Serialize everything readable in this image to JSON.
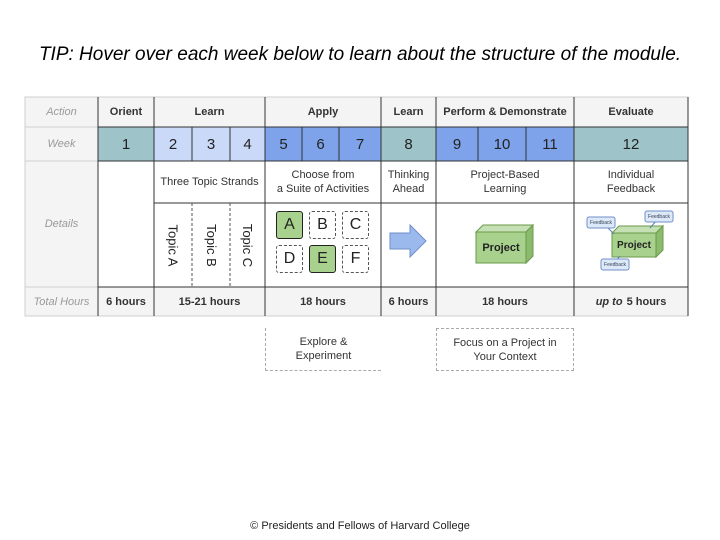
{
  "tip": "TIP: Hover over each week below to learn about the structure of the module.",
  "row_labels": {
    "action": "Action",
    "week": "Week",
    "details": "Details",
    "total_hours": "Total Hours"
  },
  "phases": [
    "Orient",
    "Learn",
    "Apply",
    "Learn",
    "Perform & Demonstrate",
    "Evaluate"
  ],
  "weeks": [
    "1",
    "2",
    "3",
    "4",
    "5",
    "6",
    "7",
    "8",
    "9",
    "10",
    "11",
    "12"
  ],
  "details": {
    "learn": "Three Topic Strands",
    "topics": [
      "Topic A",
      "Topic B",
      "Topic C"
    ],
    "apply_line1": "Choose from",
    "apply_line2": "a Suite of Activities",
    "activities": [
      "A",
      "B",
      "C",
      "D",
      "E",
      "F"
    ],
    "learn2_line1": "Thinking",
    "learn2_line2": "Ahead",
    "perform_line1": "Project-Based",
    "perform_line2": "Learning",
    "project": "Project",
    "evaluate_line1": "Individual",
    "evaluate_line2": "Feedback",
    "feedback": "Feedback"
  },
  "hours": {
    "orient": "6 hours",
    "learn": "15-21 hours",
    "apply": "18 hours",
    "learn2": "6 hours",
    "perform": "18 hours",
    "evaluate_prefix": "up to",
    "evaluate_value": "5 hours"
  },
  "extras": {
    "apply_line1": "Explore &",
    "apply_line2": "Experiment",
    "perform_line1": "Focus on a Project in",
    "perform_line2": "Your Context"
  },
  "copyright": "© Presidents and Fellows of Harvard College",
  "colors": {
    "week_teal": "#9ec3c8",
    "week_light_blue": "#c9d9f7",
    "week_blue": "#7ea3ea",
    "green": "#a9d18e"
  }
}
